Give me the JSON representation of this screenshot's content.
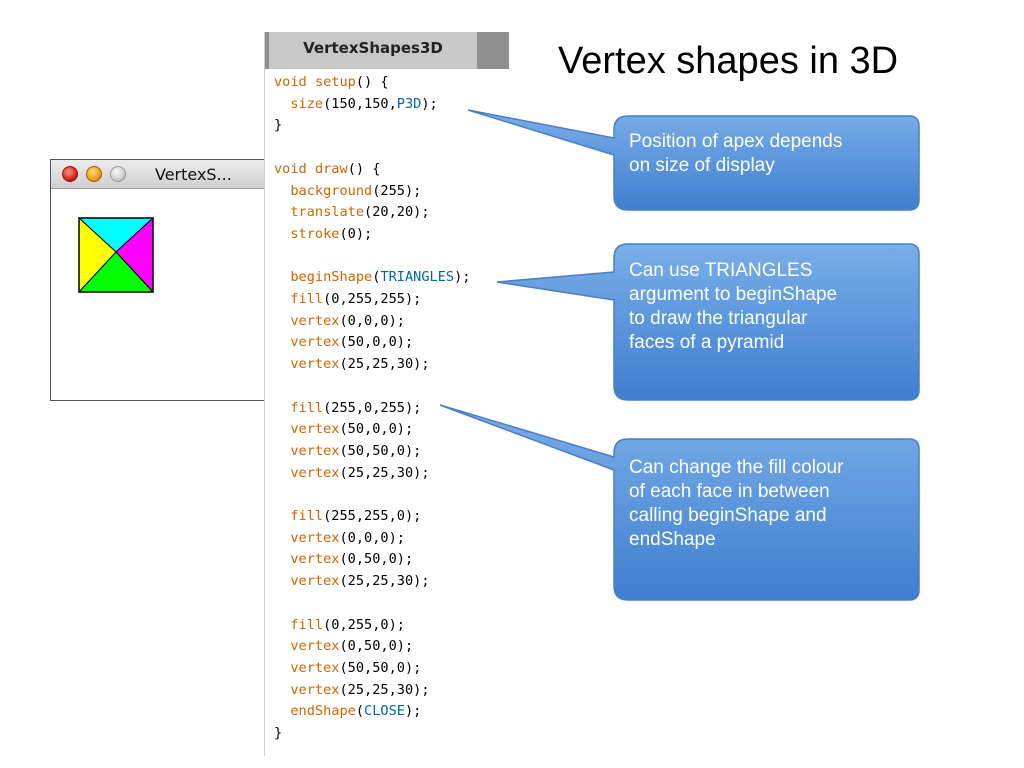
{
  "slide": {
    "title": "Vertex shapes in 3D"
  },
  "sketch_window": {
    "title": "VertexS..."
  },
  "editor": {
    "tab": "VertexShapes3D",
    "lines": [
      [
        [
          "void",
          "kw"
        ],
        [
          " ",
          ""
        ],
        [
          "setup",
          "kw"
        ],
        [
          "() {",
          ""
        ]
      ],
      [
        [
          "  ",
          ""
        ],
        [
          "size",
          "kw"
        ],
        [
          "(150,150,",
          ""
        ],
        [
          "P3D",
          "const"
        ],
        [
          ");",
          ""
        ]
      ],
      [
        [
          "}",
          ""
        ]
      ],
      [],
      [
        [
          "void",
          "kw"
        ],
        [
          " ",
          ""
        ],
        [
          "draw",
          "kw"
        ],
        [
          "() {",
          ""
        ]
      ],
      [
        [
          "  ",
          ""
        ],
        [
          "background",
          "kw"
        ],
        [
          "(255);",
          ""
        ]
      ],
      [
        [
          "  ",
          ""
        ],
        [
          "translate",
          "kw"
        ],
        [
          "(20,20);",
          ""
        ]
      ],
      [
        [
          "  ",
          ""
        ],
        [
          "stroke",
          "kw"
        ],
        [
          "(0);",
          ""
        ]
      ],
      [],
      [
        [
          "  ",
          ""
        ],
        [
          "beginShape",
          "kw"
        ],
        [
          "(",
          ""
        ],
        [
          "TRIANGLES",
          "const"
        ],
        [
          ");",
          ""
        ]
      ],
      [
        [
          "  ",
          ""
        ],
        [
          "fill",
          "kw"
        ],
        [
          "(0,255,255);",
          ""
        ]
      ],
      [
        [
          "  ",
          ""
        ],
        [
          "vertex",
          "kw"
        ],
        [
          "(0,0,0);",
          ""
        ]
      ],
      [
        [
          "  ",
          ""
        ],
        [
          "vertex",
          "kw"
        ],
        [
          "(50,0,0);",
          ""
        ]
      ],
      [
        [
          "  ",
          ""
        ],
        [
          "vertex",
          "kw"
        ],
        [
          "(25,25,30);",
          ""
        ]
      ],
      [],
      [
        [
          "  ",
          ""
        ],
        [
          "fill",
          "kw"
        ],
        [
          "(255,0,255);",
          ""
        ]
      ],
      [
        [
          "  ",
          ""
        ],
        [
          "vertex",
          "kw"
        ],
        [
          "(50,0,0);",
          ""
        ]
      ],
      [
        [
          "  ",
          ""
        ],
        [
          "vertex",
          "kw"
        ],
        [
          "(50,50,0);",
          ""
        ]
      ],
      [
        [
          "  ",
          ""
        ],
        [
          "vertex",
          "kw"
        ],
        [
          "(25,25,30);",
          ""
        ]
      ],
      [],
      [
        [
          "  ",
          ""
        ],
        [
          "fill",
          "kw"
        ],
        [
          "(255,255,0);",
          ""
        ]
      ],
      [
        [
          "  ",
          ""
        ],
        [
          "vertex",
          "kw"
        ],
        [
          "(0,0,0);",
          ""
        ]
      ],
      [
        [
          "  ",
          ""
        ],
        [
          "vertex",
          "kw"
        ],
        [
          "(0,50,0);",
          ""
        ]
      ],
      [
        [
          "  ",
          ""
        ],
        [
          "vertex",
          "kw"
        ],
        [
          "(25,25,30);",
          ""
        ]
      ],
      [],
      [
        [
          "  ",
          ""
        ],
        [
          "fill",
          "kw"
        ],
        [
          "(0,255,0);",
          ""
        ]
      ],
      [
        [
          "  ",
          ""
        ],
        [
          "vertex",
          "kw"
        ],
        [
          "(0,50,0);",
          ""
        ]
      ],
      [
        [
          "  ",
          ""
        ],
        [
          "vertex",
          "kw"
        ],
        [
          "(50,50,0);",
          ""
        ]
      ],
      [
        [
          "  ",
          ""
        ],
        [
          "vertex",
          "kw"
        ],
        [
          "(25,25,30);",
          ""
        ]
      ],
      [
        [
          "  ",
          ""
        ],
        [
          "endShape",
          "kw"
        ],
        [
          "(",
          ""
        ],
        [
          "CLOSE",
          "const"
        ],
        [
          ");",
          ""
        ]
      ],
      [
        [
          "}",
          ""
        ]
      ]
    ]
  },
  "callouts": [
    {
      "lines": [
        "Position of apex depends",
        "on size of display"
      ]
    },
    {
      "lines": [
        "Can use TRIANGLES",
        "argument to beginShape",
        "to draw the triangular",
        "faces of a pyramid"
      ]
    },
    {
      "lines": [
        "Can change the fill colour",
        "of each face in between",
        "calling beginShape and",
        "endShape"
      ]
    }
  ],
  "colors": {
    "keyword": "#cc6600",
    "constant": "#0066a0",
    "callout_top": "#7aaee8",
    "callout_bottom": "#3f7fd0",
    "face_cyan": "#00ffff",
    "face_magenta": "#ff00ff",
    "face_yellow": "#ffff00",
    "face_green": "#00ff00"
  }
}
